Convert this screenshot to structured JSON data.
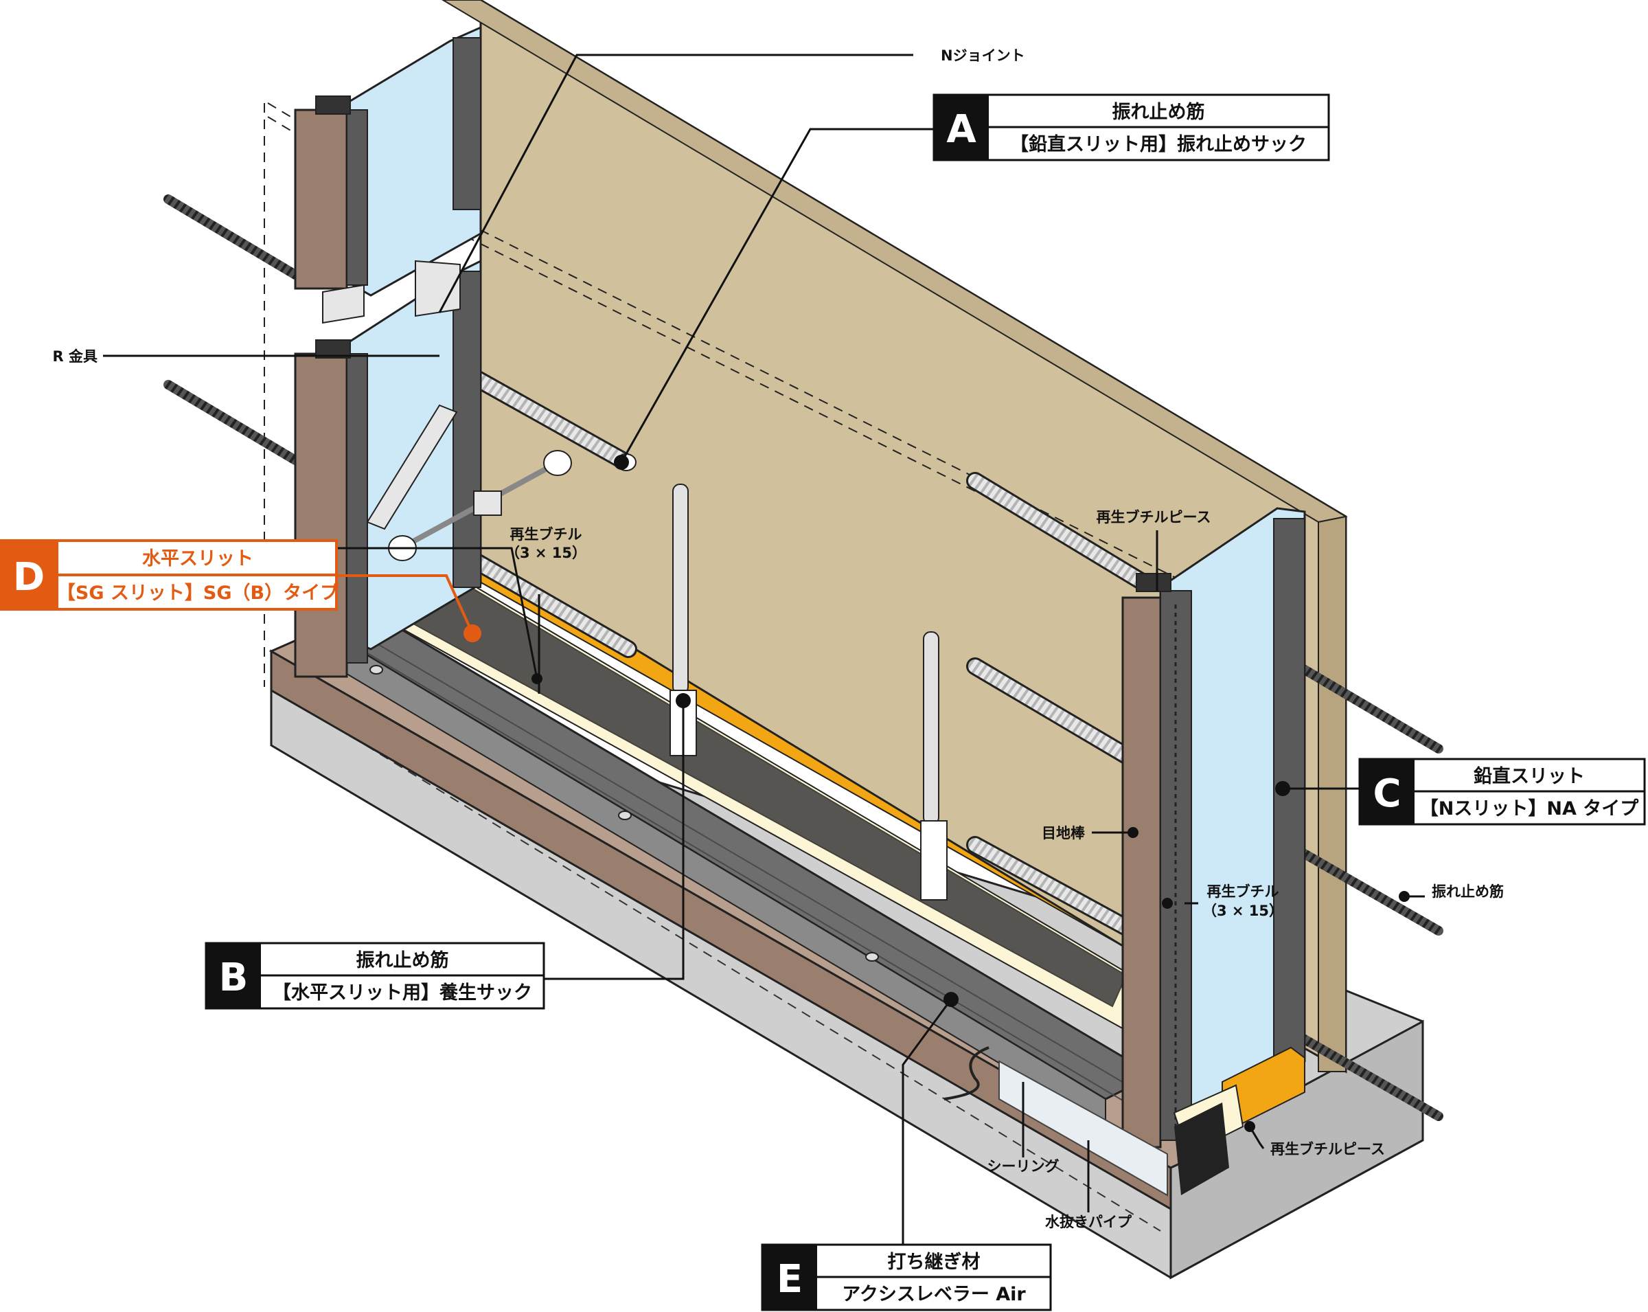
{
  "callouts": {
    "A": {
      "letter": "A",
      "line1": "振れ止め筋",
      "line2": "【鉛直スリット用】振れ止めサック"
    },
    "B": {
      "letter": "B",
      "line1": "振れ止め筋",
      "line2": "【水平スリット用】養生サック"
    },
    "C": {
      "letter": "C",
      "line1": "鉛直スリット",
      "line2": "【Nスリット】NA タイプ"
    },
    "D": {
      "letter": "D",
      "line1": "水平スリット",
      "line2": "【SG スリット】SG（B）タイプ"
    },
    "E": {
      "letter": "E",
      "line1": "打ち継ぎ材",
      "line2": "アクシスレベラー Air"
    }
  },
  "labels": {
    "n_joint": "Nジョイント",
    "r_bracket": "R 金具",
    "recycled_butyl_a": "再生ブチル",
    "recycled_butyl_a_size": "（3 × 15）",
    "recycled_butyl_piece_top": "再生ブチルピース",
    "joint_rod": "目地棒",
    "recycled_butyl_b": "再生ブチル",
    "recycled_butyl_b_size": "（3 × 15）",
    "anti_sway_bar": "振れ止め筋",
    "recycled_butyl_piece_bottom": "再生ブチルピース",
    "sealing": "シーリング",
    "drain_pipe": "水抜きパイプ"
  },
  "colors": {
    "accent_orange": "#e35b12",
    "slit_blue": "#cde8f6",
    "wall_tan": "#d1c09c",
    "frame_brown": "#9b7f6e",
    "butyl_orange": "#f2a614",
    "concrete_gray": "#cccccc",
    "callout_black": "#111111"
  }
}
